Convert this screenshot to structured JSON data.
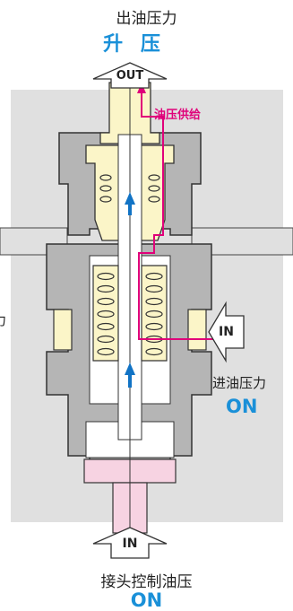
{
  "labels": {
    "output_pressure": "出油压力",
    "pressure_up": "升 压",
    "out": "OUT",
    "oil_supply": "油压供给",
    "in_right": "IN",
    "inlet_pressure": "进油压力",
    "inlet_on": "ON",
    "in_bottom": "IN",
    "joint_pressure": "接头控制油压",
    "joint_on": "ON",
    "left_edge_char": "力"
  },
  "colors": {
    "body_gray": "#b5b5b5",
    "body_outline": "#333333",
    "cream": "#fbf5c8",
    "pink": "#f7d3e2",
    "supply_line": "#e0007a",
    "blue_label": "#1a90d8",
    "blue_arrow": "#1173c5",
    "panel_bg": "#e0e0e0"
  }
}
